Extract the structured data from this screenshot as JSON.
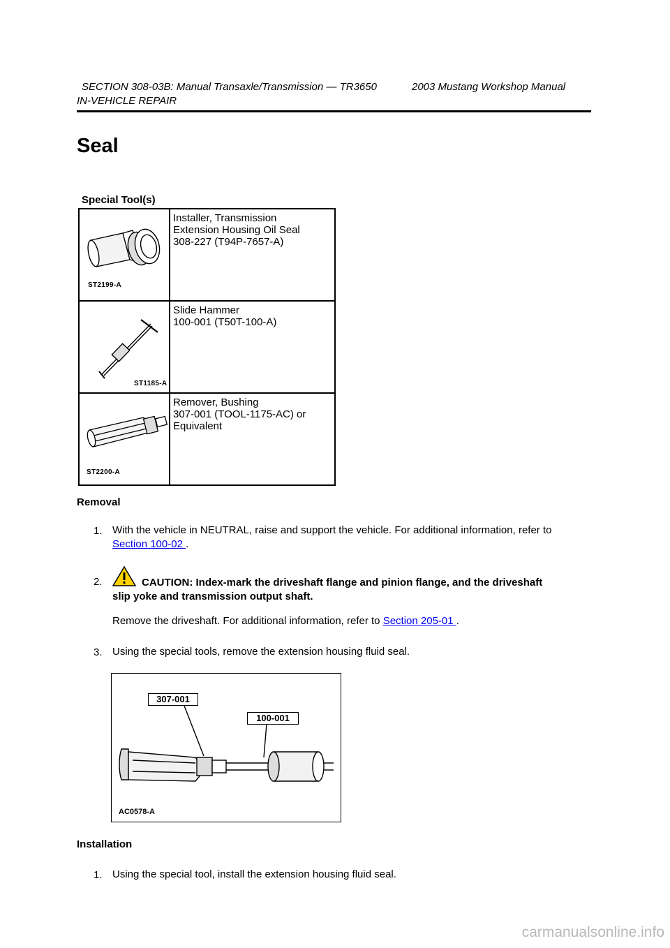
{
  "header": {
    "section": "SECTION 308-03B: Manual Transaxle/Transmission — TR3650",
    "manual": "2003 Mustang Workshop Manual",
    "subsection": "IN-VEHICLE REPAIR"
  },
  "title": "Seal",
  "special_tools": {
    "heading": "Special Tool(s)",
    "tools": [
      {
        "image_code": "ST2199-A",
        "lines": [
          "Installer, Transmission",
          "Extension Housing Oil Seal",
          "308-227 (T94P-7657-A)"
        ]
      },
      {
        "image_code": "ST1185-A",
        "lines": [
          "Slide Hammer",
          "100-001 (T50T-100-A)"
        ]
      },
      {
        "image_code": "ST2200-A",
        "lines": [
          "Remover, Bushing",
          "307-001 (TOOL-1175-AC) or",
          "Equivalent"
        ]
      }
    ]
  },
  "removal": {
    "heading": "Removal",
    "step1": {
      "num": "1.",
      "text": "With the vehicle in NEUTRAL, raise and support the vehicle. For additional information, refer to",
      "link": "Section 100-02 ",
      "tail": "."
    },
    "step2": {
      "num": "2.",
      "caution_line1": "CAUTION: Index-mark the driveshaft flange and pinion flange, and the driveshaft",
      "caution_line2": "slip yoke and transmission output shaft.",
      "text": "Remove the driveshaft. For additional information, refer to",
      "link": "Section 205-01 ",
      "tail": "."
    },
    "step3": {
      "num": "3.",
      "text": "Using the special tools, remove the extension housing fluid seal."
    },
    "figure": {
      "label_a": "307-001",
      "label_b": "100-001",
      "code": "AC0578-A"
    }
  },
  "installation": {
    "heading": "Installation",
    "step1": {
      "num": "1.",
      "text": "Using the special tool, install the extension housing fluid seal."
    }
  },
  "watermark": "carmanualsonline.info"
}
